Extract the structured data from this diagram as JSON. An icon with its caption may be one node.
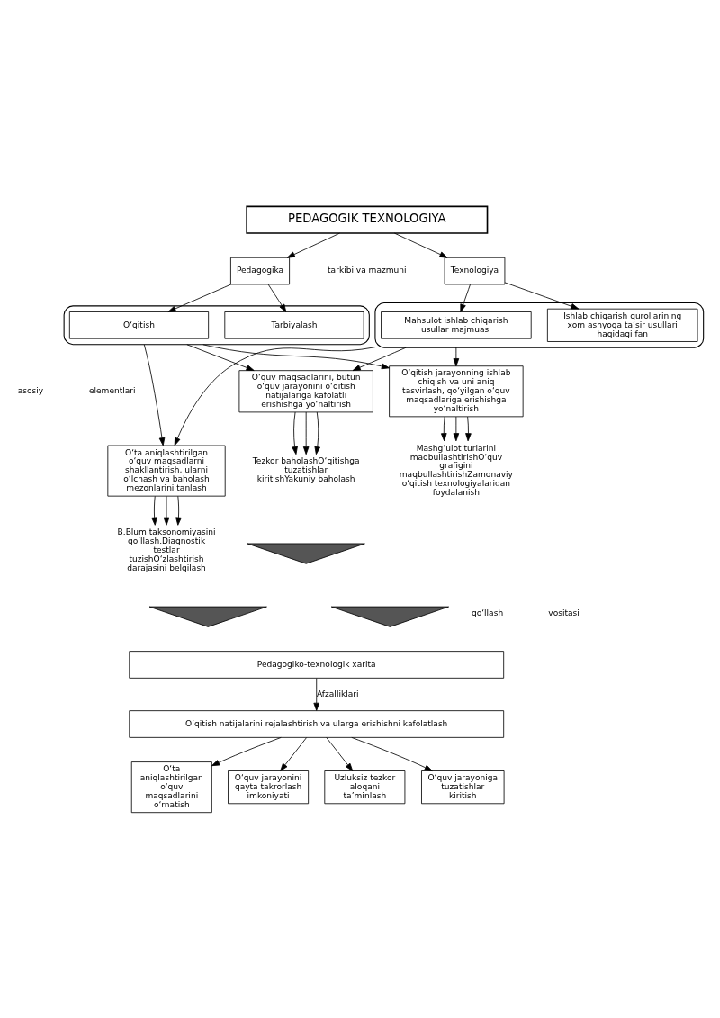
{
  "diagram": {
    "nodes": [
      {
        "text": [
          "PEDAGOGIK TEXNOLOGIYA"
        ]
      },
      {
        "text": [
          "Pedagogika"
        ]
      },
      {
        "text": [
          "Texnologiya"
        ]
      },
      {
        "text": [],
        "shape": "box"
      },
      {
        "text": [
          "O‘qitish"
        ],
        "in": 3
      },
      {
        "text": [
          "Tarbiyalash"
        ],
        "in": 3
      },
      {
        "text": [],
        "shape": "box"
      },
      {
        "text": [
          "Mahsulot ishlab chiqarish usullar majmuasi"
        ],
        "in": 6
      },
      {
        "text": [
          "Ishlab chiqarish qurollarining xom ashyoga ta’sir usullari haqidagi fan"
        ],
        "in": 6
      },
      {
        "text": [
          "O‘ta aniqlashtirilgan o‘quv maqsadlarni shakllantirish, ularni o‘lchash va baholash mezonlarini tanlash"
        ]
      },
      {
        "text": [
          "O‘qitish jarayonning ishlab chiqish va uni aniq tasvirlash, qo‘yilgan o‘quv maqsadlariga erishishga yo‘naltirish"
        ]
      },
      {
        "text": [
          "O‘quv maqsadlarini, butun o‘quv jarayonini o‘qitish natijalariga kafolatli erishishga yo‘naltirish"
        ]
      },
      {
        "text": [
          "B.Blum taksonomiyasini qo‘llash.Diagnostik testlar tuzishO‘zlashtirish darajasini belgilash"
        ]
      },
      {
        "text": [
          "Mashg‘ulot turlarini maqbullashtirishO‘quv grafigini maqbullashtirishZamonaviy o‘qitish texnologiyalaridan foydalanish"
        ]
      },
      {
        "text": [
          "Tezkor baholashO‘qitishga tuzatishlar kiritishYakuniy baholash"
        ]
      },
      {
        "text": [],
        "shape": "triangle"
      },
      {
        "text": [],
        "shape": "triangle"
      },
      {
        "text": [],
        "shape": "triangle"
      },
      {
        "text": [
          "Pedagogiko-texnologik xarita"
        ]
      },
      {
        "text": [
          "O‘qitish natijalarini rejalashtirish va ularga erishishni kafolatlash"
        ]
      },
      {
        "text": [
          "O‘ta aniqlashtirilgan o‘quv maqsadlarini o‘rnatish"
        ]
      },
      {
        "text": [
          "O‘quv jarayonini qayta takrorlash imkoniyati"
        ]
      },
      {
        "text": [
          "Uzluksiz tezkor aloqani ta’minlash"
        ]
      },
      {
        "text": [
          "O‘quv jarayoniga tuzatishlar kiritish"
        ]
      }
    ],
    "edges": [
      {
        "from": 0,
        "to": 1,
        "arrow": "to"
      },
      {
        "from": 0,
        "to": 2,
        "arrow": "to"
      },
      {
        "from": 1,
        "to": 4,
        "arrow": "to"
      },
      {
        "from": 1,
        "to": 5,
        "arrow": "to"
      },
      {
        "from": 2,
        "to": 7,
        "arrow": "to"
      },
      {
        "from": 2,
        "to": 8,
        "arrow": "to"
      },
      {
        "from": 3,
        "to": 9,
        "arrow": "to"
      },
      {
        "from": 3,
        "to": 10,
        "arrow": "to"
      },
      {
        "from": 3,
        "to": 11,
        "arrow": "to"
      },
      {
        "from": 6,
        "to": 9,
        "arrow": "to"
      },
      {
        "from": 6,
        "to": 10,
        "arrow": "to"
      },
      {
        "from": 6,
        "to": 11,
        "arrow": "to"
      },
      {
        "from": 9,
        "to": 12,
        "arrow": "to"
      },
      {
        "from": 9,
        "to": 12,
        "arrow": "to"
      },
      {
        "from": 9,
        "to": 12,
        "arrow": "to"
      },
      {
        "from": 10,
        "to": 13,
        "arrow": "to"
      },
      {
        "from": 10,
        "to": 13,
        "arrow": "to"
      },
      {
        "from": 10,
        "to": 13,
        "arrow": "to"
      },
      {
        "from": 11,
        "to": 14,
        "arrow": "to"
      },
      {
        "from": 11,
        "to": 14,
        "arrow": "to"
      },
      {
        "from": 11,
        "to": 14,
        "arrow": "to"
      },
      {
        "from": 18,
        "to": 19,
        "label": "Afzalliklari",
        "arrow": "to"
      },
      {
        "from": 19,
        "to": 20,
        "arrow": "to"
      },
      {
        "from": 19,
        "to": 21,
        "arrow": "to"
      },
      {
        "from": 19,
        "to": 22,
        "arrow": "to"
      },
      {
        "from": 19,
        "to": 23,
        "arrow": "to"
      }
    ],
    "labels": [
      "tarkibi va mazmuni",
      "asosiy",
      "elementlari",
      "qo‘llash",
      "vositasi"
    ]
  }
}
